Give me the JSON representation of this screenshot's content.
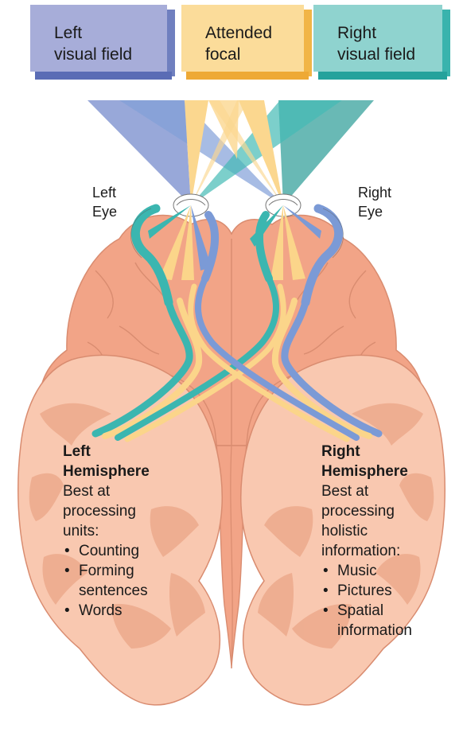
{
  "fields": {
    "left": "Left\nvisual field",
    "attended": "Attended\nfocal",
    "right": "Right\nvisual field"
  },
  "eyes": {
    "left": "Left\nEye",
    "right": "Right\nEye"
  },
  "left_hemisphere": {
    "title": "Left\nHemisphere",
    "description": "Best at\nprocessing\nunits:",
    "items": [
      "Counting",
      "Forming\nsentences",
      "Words"
    ]
  },
  "right_hemisphere": {
    "title": "Right\nHemisphere",
    "description": "Best at\nprocessing\nholistic\ninformation:",
    "items": [
      "Music",
      "Pictures",
      "Spatial\ninformation"
    ]
  },
  "colors": {
    "left_field": "#a7add9",
    "attended": "#fbdc9a",
    "right_field": "#8fd3cf",
    "brain_back": "#f2a487",
    "brain_front": "#f9c8b0",
    "brain_shadow": "#eba687",
    "blue_path": "#7b9ad6",
    "teal_path": "#3bb6b0",
    "yellow_path": "#fbd58a"
  }
}
